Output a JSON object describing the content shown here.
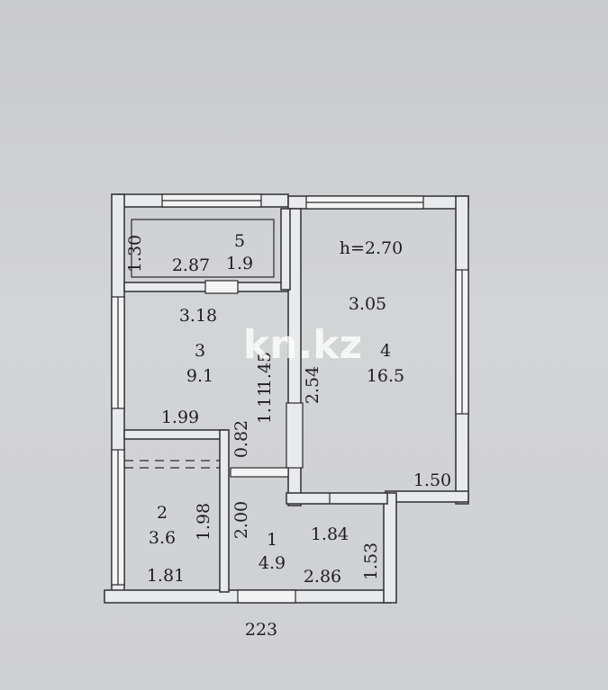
{
  "plan": {
    "ceiling_height": "h=2.70",
    "watermark": "kn.kz",
    "bottom_label": "223",
    "rooms": [
      {
        "number": "1",
        "area": "4.9"
      },
      {
        "number": "2",
        "area": "3.6"
      },
      {
        "number": "3",
        "area": "9.1"
      },
      {
        "number": "4",
        "area": "16.5"
      },
      {
        "number": "5",
        "area": "1.9"
      }
    ],
    "dimensions": {
      "room5_height": "1.30",
      "room5_width": "2.87",
      "room3_top": "3.18",
      "room3_bottom": "1.99",
      "corridor_vertical": "1.45",
      "corridor_small": "1.11",
      "corridor_width": "0.82",
      "corridor_mid": "2.00",
      "room4_width": "3.05",
      "room4_height": "2.54",
      "balcony_width": "1.50",
      "room2_height": "1.98",
      "room2_width": "1.81",
      "room1_top": "1.84",
      "room1_bottom": "2.86",
      "room1_side": "1.53"
    },
    "colors": {
      "wall_fill": "#e9eaec",
      "wall_stroke": "#3a3a3e",
      "line": "#2a2a2e",
      "background": "#cfd0d2"
    }
  }
}
